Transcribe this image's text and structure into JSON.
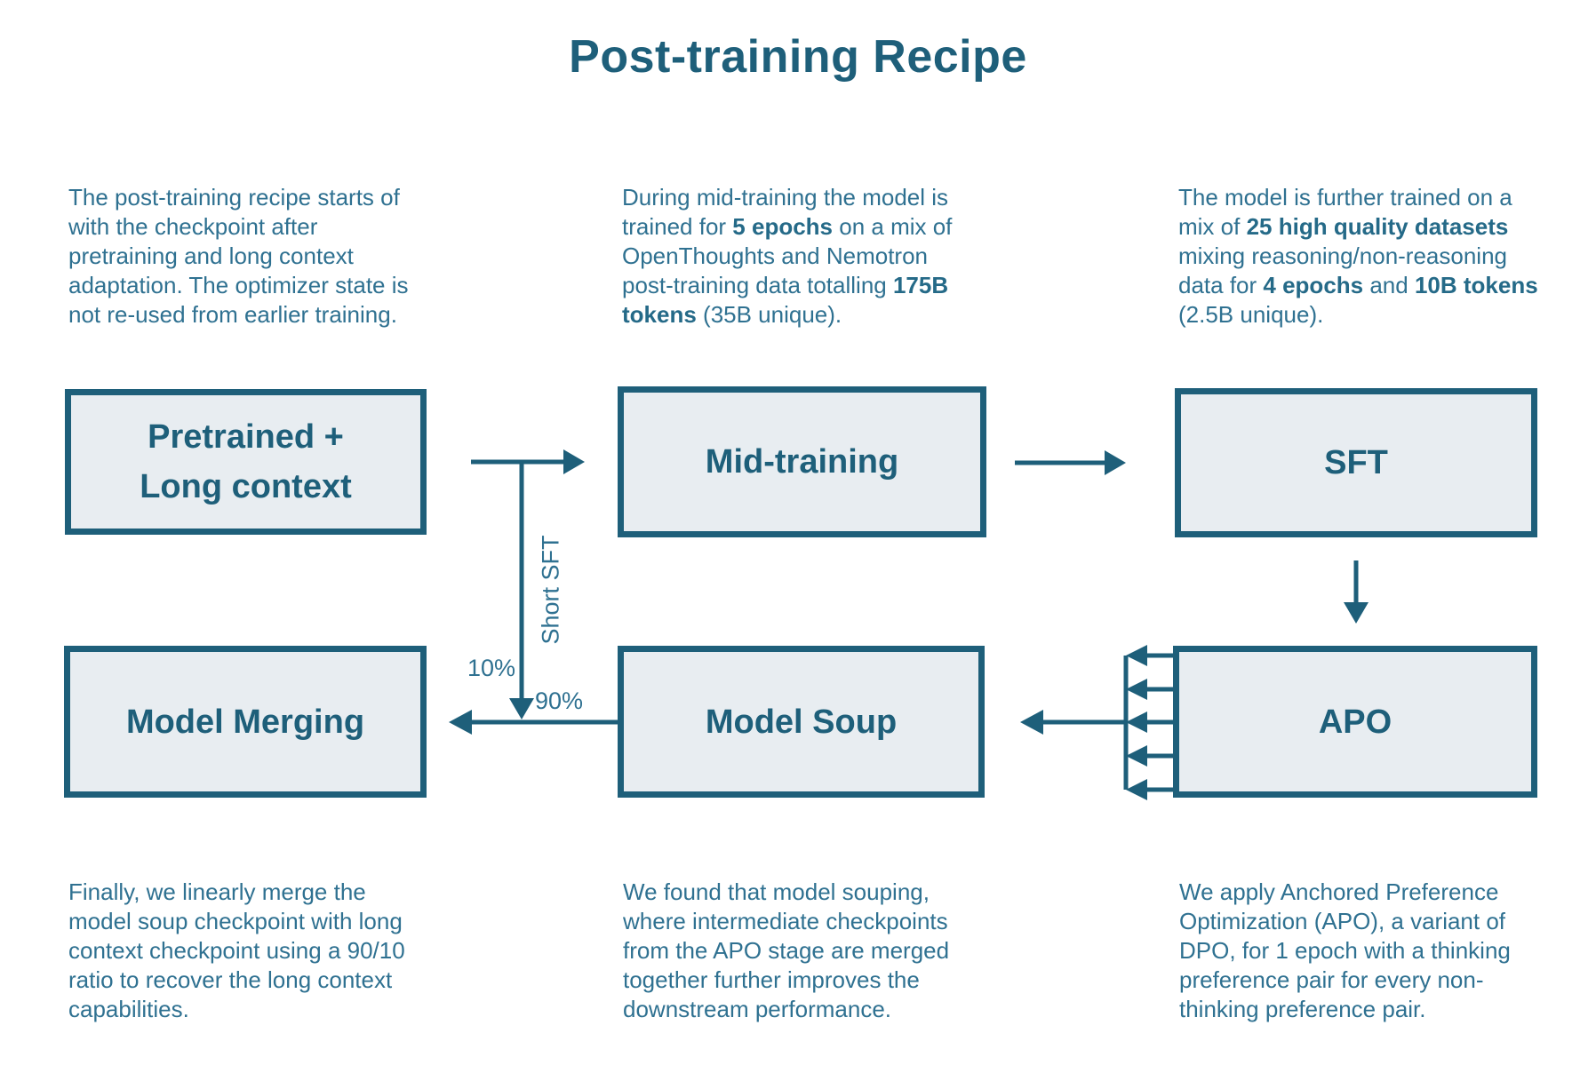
{
  "title": "Post-training Recipe",
  "colors": {
    "accent_dark": "#1e5f7a",
    "body_text": "#2f7191",
    "box_fill": "#e8edf1",
    "background": "#ffffff"
  },
  "nodes": {
    "pretrained": {
      "line1": "Pretrained +",
      "line2": "Long context"
    },
    "mid_training": {
      "label": "Mid-training"
    },
    "sft": {
      "label": "SFT"
    },
    "model_merging": {
      "label": "Model Merging"
    },
    "model_soup": {
      "label": "Model Soup"
    },
    "apo": {
      "label": "APO"
    }
  },
  "edge_labels": {
    "short_sft": "Short SFT",
    "merge_10": "10%",
    "merge_90": "90%"
  },
  "notes": {
    "top_left": [
      {
        "t": "The post-training recipe starts of with the checkpoint after pretraining and long context adaptation. The optimizer state is not re-used from earlier training."
      }
    ],
    "top_middle": [
      {
        "t": "During mid-training the model is trained for "
      },
      {
        "t": "5 epochs",
        "b": true
      },
      {
        "t": " on a mix  of OpenThoughts and Nemotron post-training data totalling "
      },
      {
        "t": "175B tokens",
        "b": true
      },
      {
        "t": " (35B unique)."
      }
    ],
    "top_right": [
      {
        "t": "The model is further trained on a mix of "
      },
      {
        "t": "25 high quality datasets",
        "b": true
      },
      {
        "t": " mixing reasoning/non-reasoning data for "
      },
      {
        "t": "4 epochs",
        "b": true
      },
      {
        "t": " and "
      },
      {
        "t": "10B tokens",
        "b": true
      },
      {
        "t": " (2.5B unique)."
      }
    ],
    "bottom_left": [
      {
        "t": "Finally, we linearly merge the model soup checkpoint with long context checkpoint using a 90/10 ratio to recover the long context capabilities."
      }
    ],
    "bottom_middle": [
      {
        "t": "We found that model souping, where intermediate checkpoints from the APO stage are merged together further improves the downstream performance."
      }
    ],
    "bottom_right": [
      {
        "t": "We apply Anchored Preference Optimization (APO), a variant of DPO,  for 1 epoch with a thinking preference pair for every non-thinking preference pair."
      }
    ]
  }
}
